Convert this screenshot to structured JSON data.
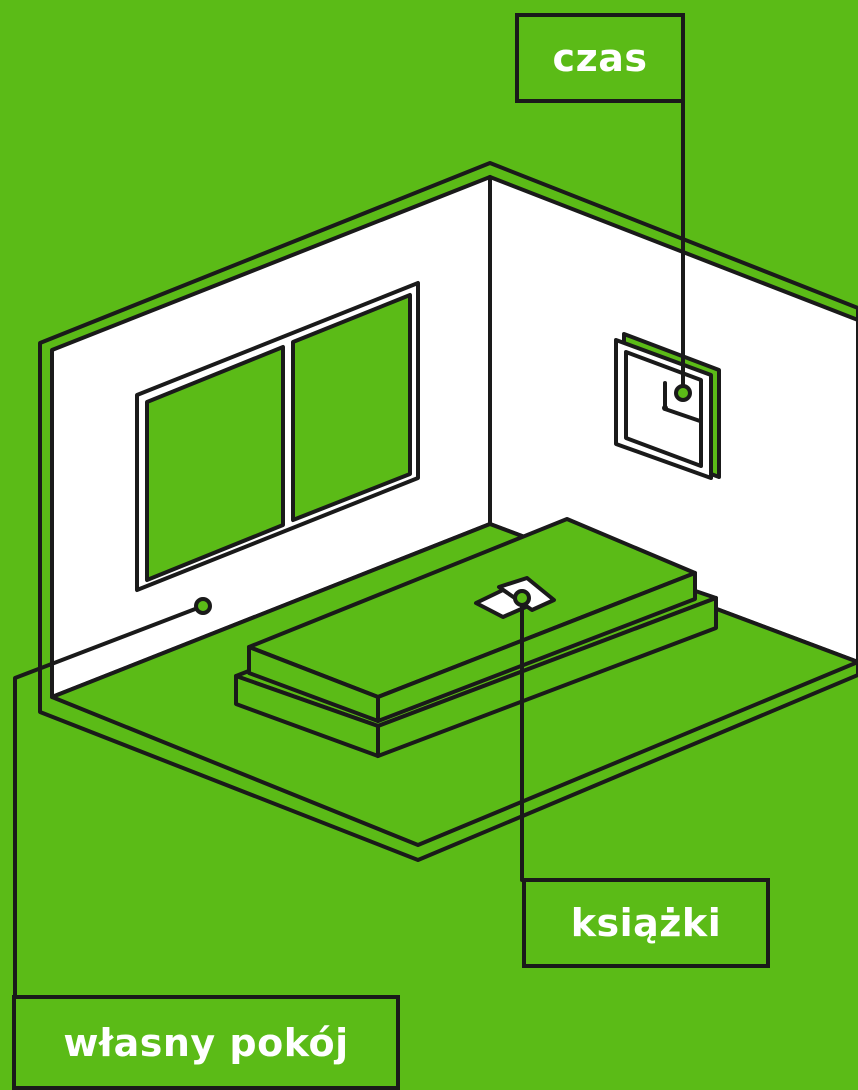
{
  "labels": {
    "time": "czas",
    "books": "książki",
    "own_room": "własny pokój"
  },
  "colors": {
    "background": "#5bbb17",
    "wall": "#ffffff",
    "outline": "#1a1a1a",
    "label_text": "#ffffff"
  }
}
